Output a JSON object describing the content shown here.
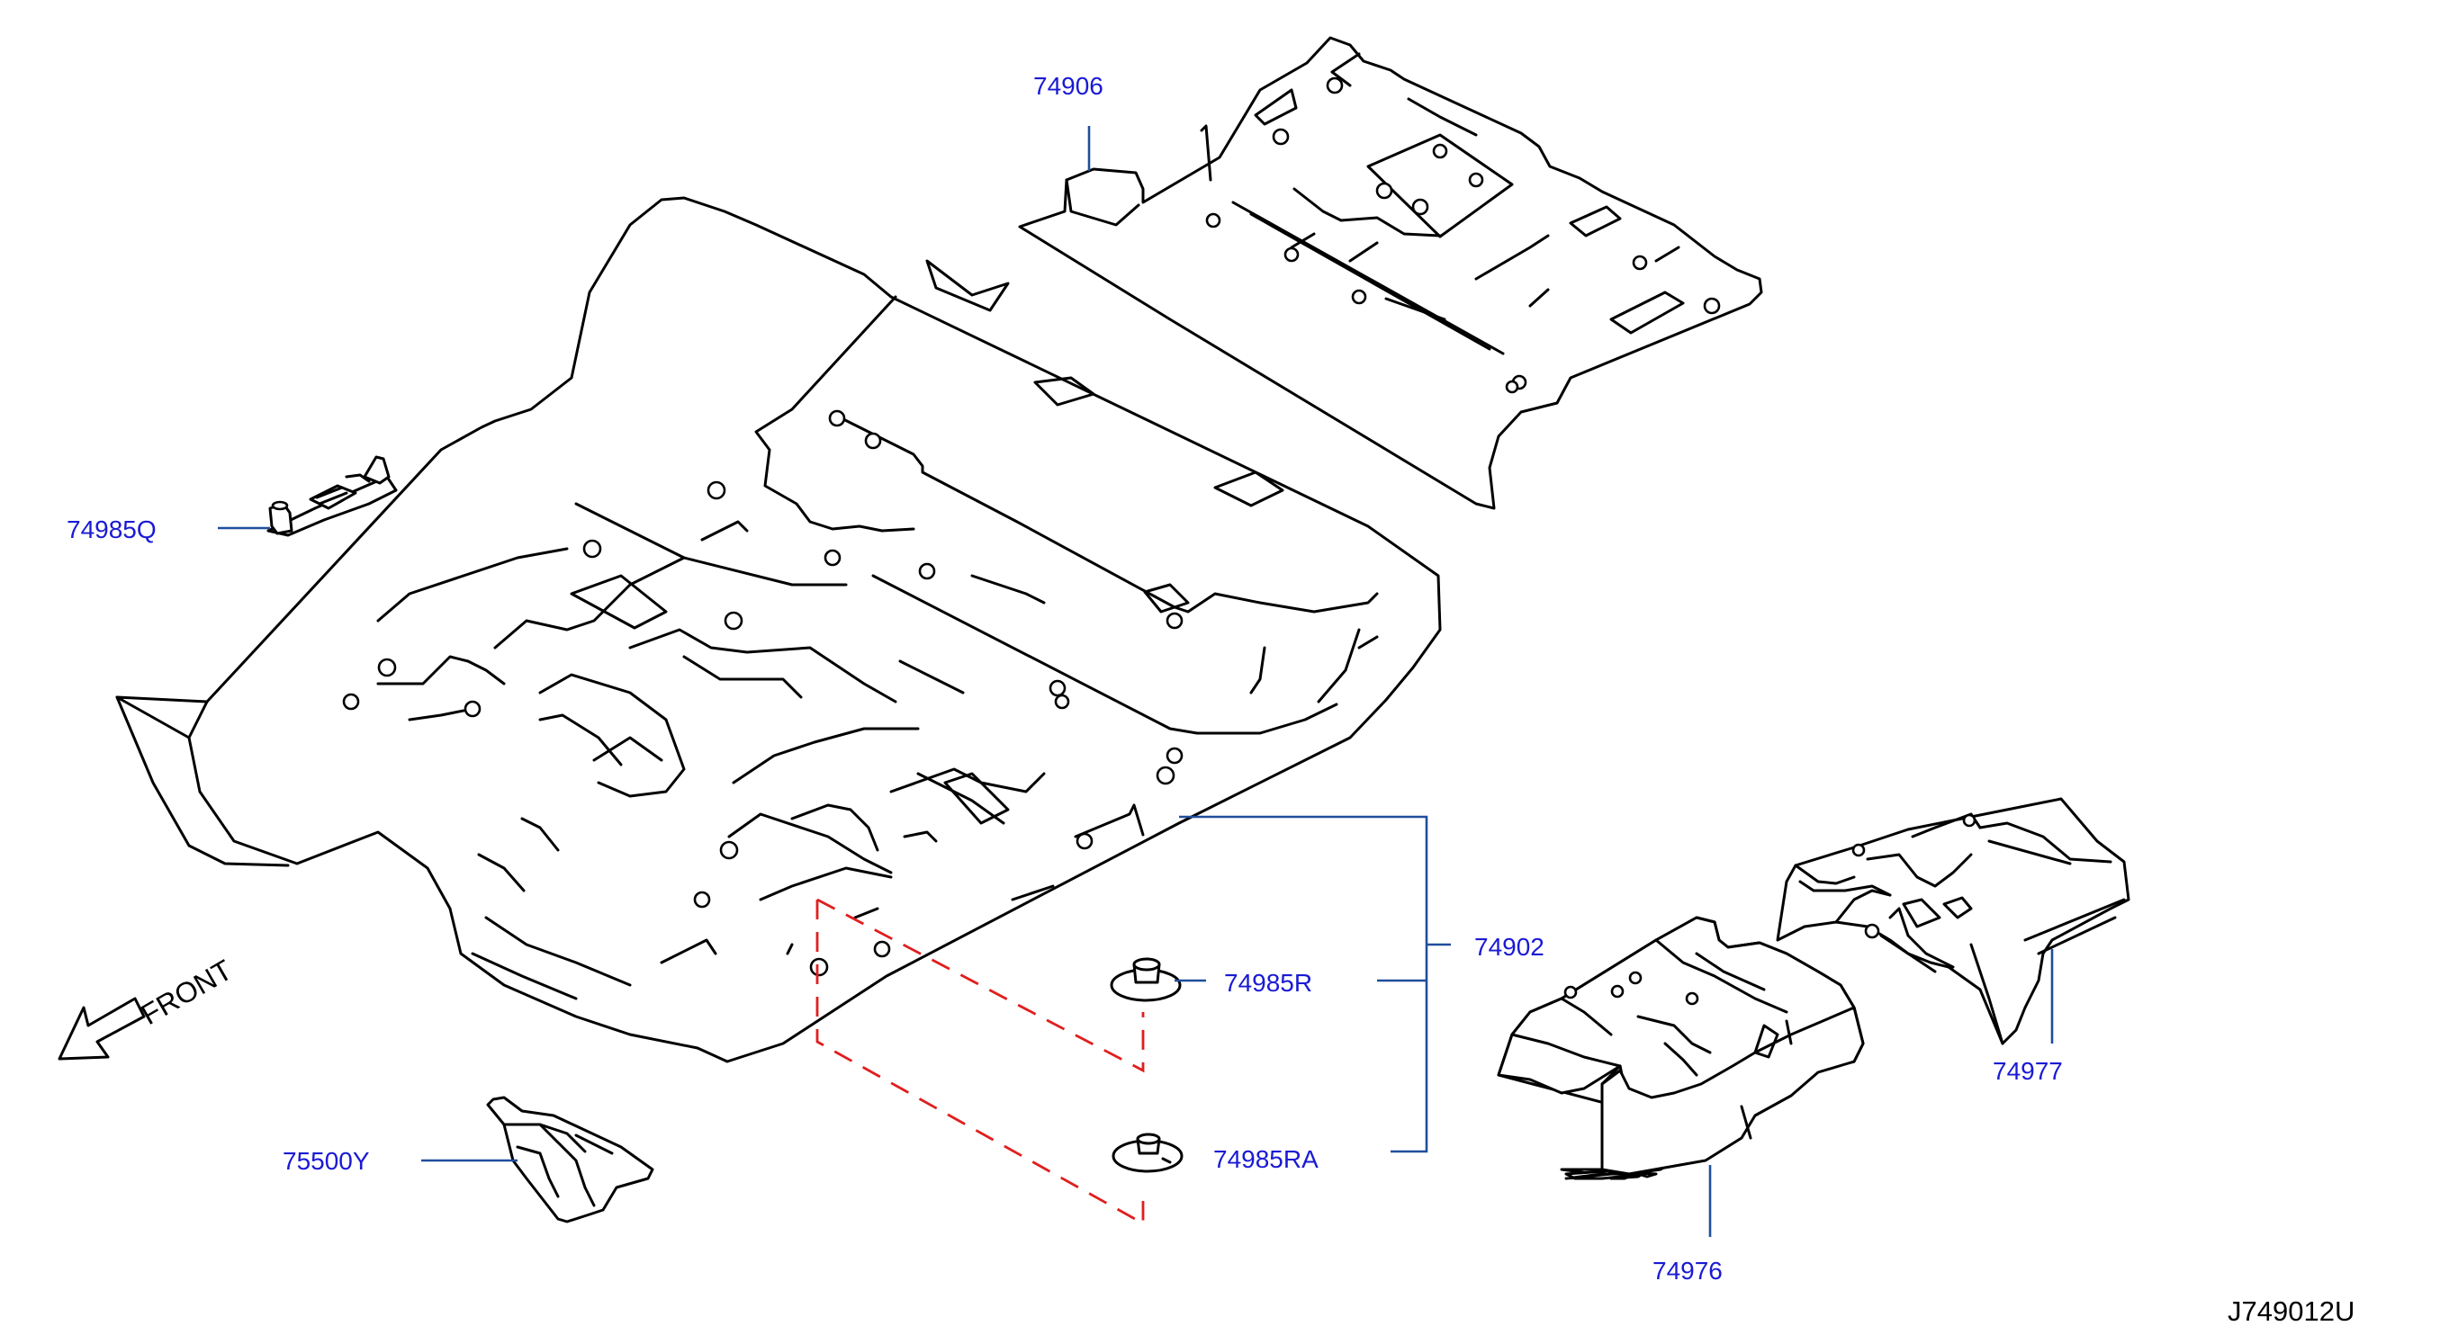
{
  "colors": {
    "label": "#1a1ad4",
    "leader": "#1f4e9c",
    "dashed_link": "#e01e1e",
    "line": "#000000"
  },
  "diagram": {
    "drawing_number": "J749012U",
    "front_indicator": "FRONT",
    "callouts": [
      {
        "id": "74906",
        "text": "74906"
      },
      {
        "id": "74985Q",
        "text": "74985Q"
      },
      {
        "id": "74902",
        "text": "74902"
      },
      {
        "id": "74985R",
        "text": "74985R"
      },
      {
        "id": "74985RA",
        "text": "74985RA"
      },
      {
        "id": "75500Y",
        "text": "75500Y"
      },
      {
        "id": "74977",
        "text": "74977"
      },
      {
        "id": "74976",
        "text": "74976"
      }
    ]
  }
}
